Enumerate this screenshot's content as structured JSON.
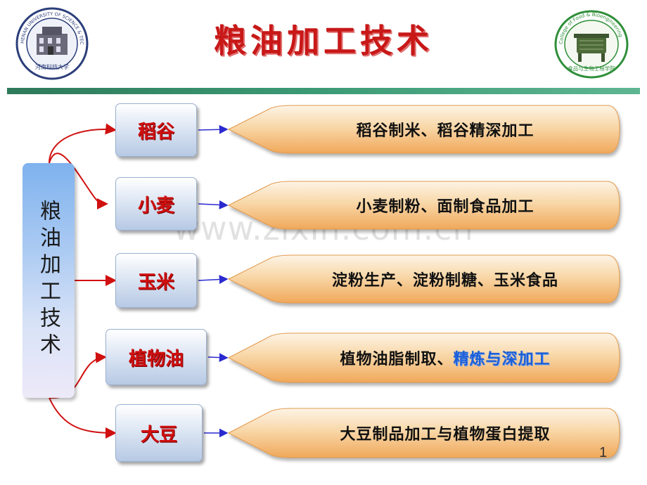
{
  "title": "粮油加工技术",
  "root": {
    "label": "粮油加工技术"
  },
  "categories": [
    {
      "label": "稻谷",
      "description_parts": [
        {
          "text": "稻谷制米、稻谷精深加工",
          "highlight": false
        }
      ]
    },
    {
      "label": "小麦",
      "description_parts": [
        {
          "text": "小麦制粉、面制食品加工",
          "highlight": false
        }
      ]
    },
    {
      "label": "玉米",
      "description_parts": [
        {
          "text": "淀粉生产、淀粉制糖、玉米食品",
          "highlight": false
        }
      ]
    },
    {
      "label": "植物油",
      "description_parts": [
        {
          "text": "植物油脂制取、",
          "highlight": false
        },
        {
          "text": "精炼与深加工",
          "highlight": true
        }
      ]
    },
    {
      "label": "大豆",
      "description_parts": [
        {
          "text": "大豆制品加工与植物蛋白提取",
          "highlight": false
        }
      ]
    }
  ],
  "logos": {
    "left": {
      "text": "HENAN UNIVERSITY OF SCIENCE & TECHNOLOGY",
      "cn": "河南科技大学"
    },
    "right": {
      "text": "College of Food & Bioengineering",
      "cn": "食品与生物工程学院"
    }
  },
  "watermark": "www.zixin.com.cn",
  "page_number": "1",
  "colors": {
    "title": "#c81818",
    "category_text": "#d01010",
    "connector_red": "#d01010",
    "connector_blue": "#2a2ad0",
    "callout_fill_top": "#fbe9d0",
    "callout_fill_bottom": "#f2b267",
    "highlight_text": "#1d5fd6",
    "divider": "#3c9b76"
  }
}
